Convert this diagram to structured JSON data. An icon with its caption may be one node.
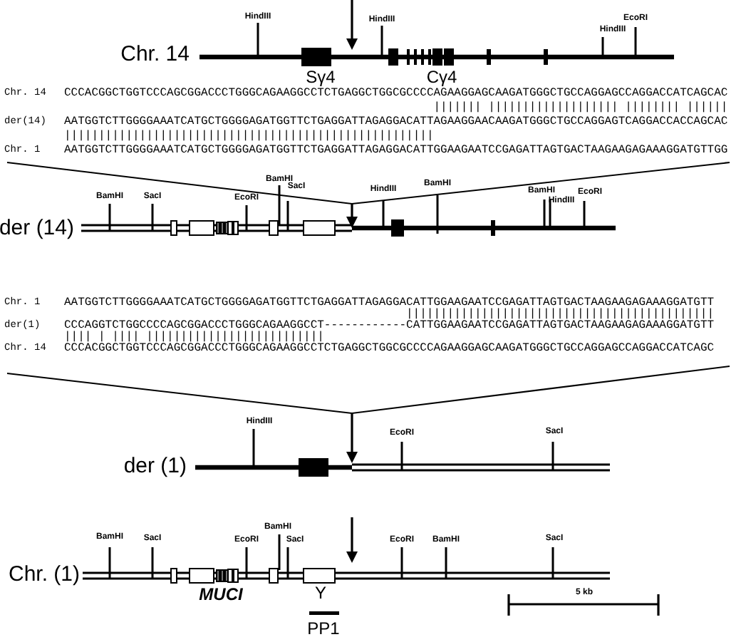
{
  "diagram": {
    "labels": [
      "HindIII",
      "HindIII",
      "EcoRI",
      "HindIII",
      "Chr. 14",
      "Sγ4",
      "Cγ4",
      "Chr. 14",
      "CCCACGGCTGGTCCCAGCGGACCCTGGGCAGAAGGCCTCTGAGGCTGGCGCCCCAGAAGGAGCAAGATGGGCTGCCAGGAGCCAGGACCATCAGCAC",
      "||||||| ||||||||||||||||||| |||||||| ||||||",
      "der(14)",
      "AATGGTCTTGGGGAAATCATGCTGGGGAGATGGTTCTGAGGATTAGAGGACATTAGAAGGAACAAGATGGGCTGCCAGGAGTCAGGACCACCAGCAC",
      "||||||||||||||||||||||||||||||||||||||||||||||||||||||",
      "Chr. 1",
      "AATGGTCTTGGGGAAATCATGCTGGGGAGATGGTTCTGAGGATTAGAGGACATTGGAAGAATCCGAGATTAGTGACTAAGAAGAGAAAGGATGTTGG",
      "BamHI",
      "SacI",
      "EcoRI",
      "BamHI",
      "SacI",
      "HindIII",
      "BamHI",
      "BamHI",
      "HindIII",
      "EcoRI",
      "der (14)",
      "Chr. 1",
      "AATGGTCTTGGGGAAATCATGCTGGGGAGATGGTTCTGAGGATTAGAGGACATTGGAAGAATCCGAGATTAGTGACTAAGAAGAGAAAGGATGTT",
      "|||||||||||||||||||||||||||||||||||||||||||||",
      "der(1)",
      "CCCAGGTCTGGCCCCAGCGGACCCTGGGCAGAAGGCCT------------CATTGGAAGAATCCGAGATTAGTGACTAAGAAGAGAAAGGATGTT",
      "|||| | |||| ||||||||||||||||||||||||||",
      "Chr. 14",
      "CCCACGGCTGGTCCCAGCGGACCCTGGGCAGAAGGCCTCTGAGGCTGGCGCCCCAGAAGGAGCAAGATGGGCTGCCAGGAGCCAGGACCATCAGC",
      "HindIII",
      "EcoRI",
      "SacI",
      "der (1)",
      "BamHI",
      "SacI",
      "EcoRI",
      "BamHI",
      "SacI",
      "EcoRI",
      "BamHI",
      "SacI",
      "Chr. (1)",
      "MUCI",
      "Y",
      "PP1",
      "5 kb"
    ]
  }
}
